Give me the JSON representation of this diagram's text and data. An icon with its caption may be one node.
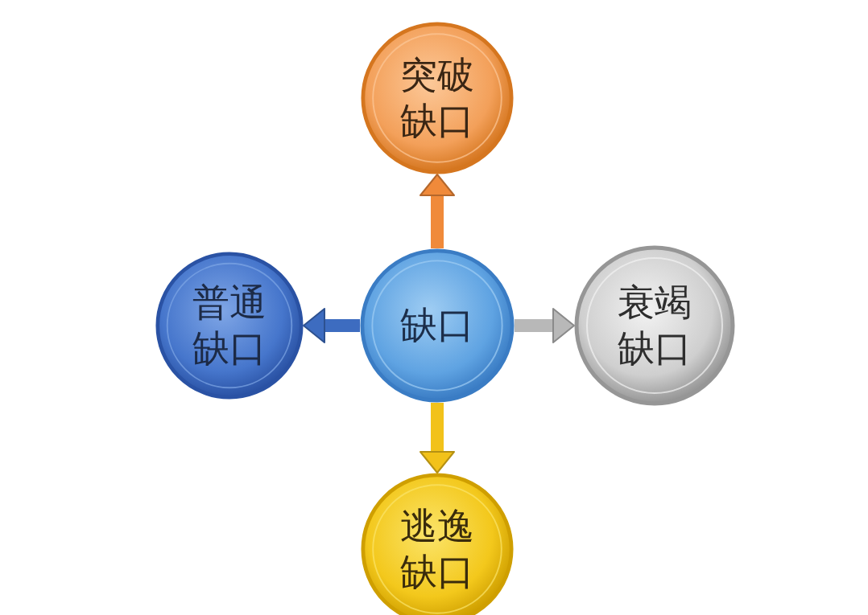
{
  "diagram": {
    "nodes": [
      {
        "text": [
          "缺口"
        ]
      },
      {
        "text": [
          "突破缺口"
        ]
      },
      {
        "text": [
          "普通缺口"
        ]
      },
      {
        "text": [
          "衰竭缺口"
        ]
      },
      {
        "text": [
          "逃逸缺口"
        ]
      }
    ],
    "edges": [
      {
        "from": 0,
        "to": 1,
        "arrow": "to",
        "color": "#f08a3a"
      },
      {
        "from": 0,
        "to": 2,
        "arrow": "to",
        "color": "#3d6cc0"
      },
      {
        "from": 0,
        "to": 3,
        "arrow": "to",
        "color": "#b8b8b8"
      },
      {
        "from": 0,
        "to": 4,
        "arrow": "to",
        "color": "#f2c21a"
      }
    ]
  }
}
